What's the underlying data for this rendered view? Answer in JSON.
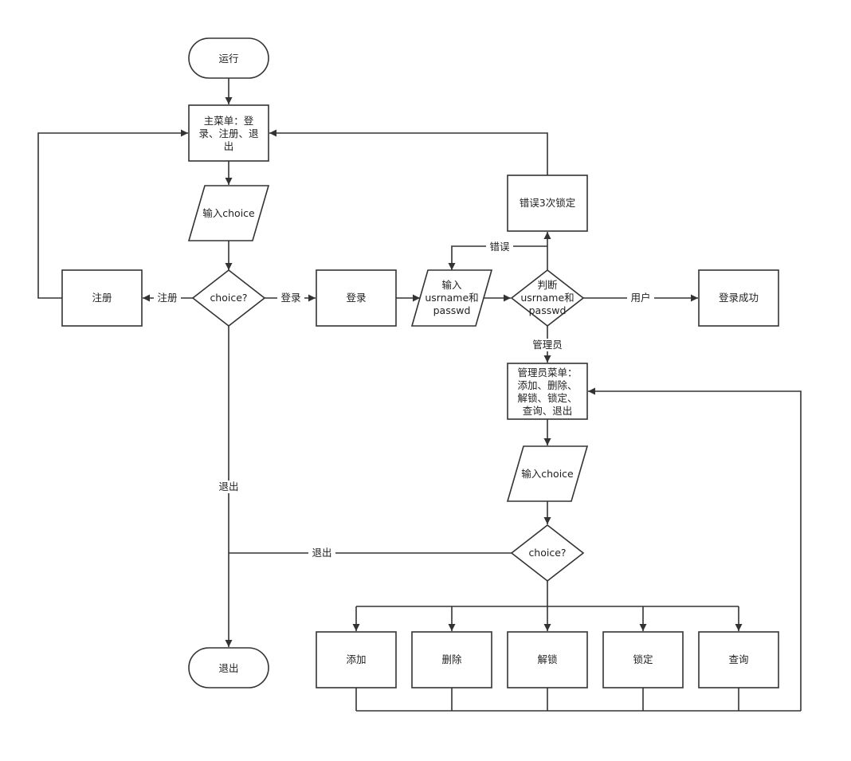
{
  "nodes": {
    "start": "运行",
    "main_menu": [
      "主菜单：登",
      "录、注册、退",
      "出"
    ],
    "input_choice_1": "输入choice",
    "choice_1": "choice?",
    "register": "注册",
    "login": "登录",
    "input_user": [
      "输入",
      "usrname和",
      "passwd"
    ],
    "judge": [
      "判断",
      "usrname和",
      "passwd"
    ],
    "lock_3": "错误3次锁定",
    "login_success": "登录成功",
    "admin_menu": [
      "管理员菜单：",
      "添加、删除、",
      "解锁、锁定、",
      "查询、退出"
    ],
    "input_choice_2": "输入choice",
    "choice_2": "choice?",
    "exit": "退出",
    "add": "添加",
    "delete": "删除",
    "unlock": "解锁",
    "lock": "锁定",
    "query": "查询"
  },
  "edges": {
    "to_register": "注册",
    "to_login": "登录",
    "to_exit": "退出",
    "error": "错误",
    "user": "用户",
    "admin": "管理员",
    "admin_exit": "退出"
  },
  "colors": {
    "stroke": "#333333",
    "fill": "#ffffff",
    "text": "#222222"
  }
}
